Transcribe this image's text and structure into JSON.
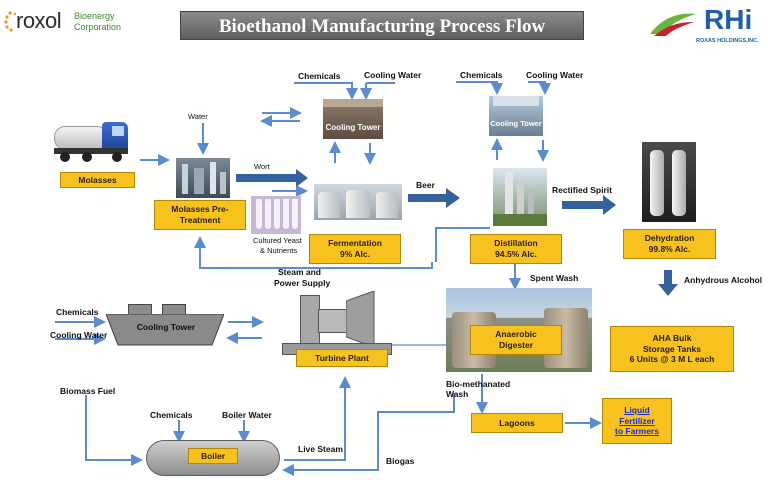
{
  "header": {
    "title": "Bioethanol Manufacturing Process Flow",
    "left_logo": {
      "mark": "roxol",
      "line1": "Bioenergy",
      "line2": "Corporation"
    },
    "right_logo": {
      "mark": "RHi",
      "subtitle": "ROXAS HOLDINGS,INC."
    }
  },
  "boxes": {
    "molasses": "Molasses",
    "pretreatment": [
      "Molasses Pre-",
      "Treatment"
    ],
    "fermentation": [
      "Fermentation",
      "9% Alc."
    ],
    "distillation": [
      "Distillation",
      "94.5% Alc."
    ],
    "dehydration": [
      "Dehydration",
      "99.8% Alc."
    ],
    "digester": [
      "Anaerobic",
      "Digester"
    ],
    "storage": [
      "AHA Bulk",
      "Storage Tanks",
      "6 Units @ 3 M L each"
    ],
    "turbine": "Turbine Plant",
    "lagoons": "Lagoons",
    "fertilizer": [
      "Liquid",
      "Fertilizer",
      "to Farmers"
    ],
    "boiler": "Boiler",
    "cooling_tower_1": "Cooling Tower",
    "cooling_tower_2": "Cooling Tower",
    "cooling_tower_3": "Cooling Tower"
  },
  "labels": {
    "water": "Water",
    "wort": "Wort",
    "beer": "Beer",
    "rectified_spirit": "Rectified Spirit",
    "chemicals_1": "Chemicals",
    "cooling_water_1": "Cooling Water",
    "chemicals_2": "Chemicals",
    "cooling_water_2": "Cooling Water",
    "chemicals_3": "Chemicals",
    "cooling_water_3": "Cooling Water",
    "yeast": [
      "Cultured Yeast",
      "& Nutrients"
    ],
    "steam_power": [
      "Steam and",
      "Power Supply"
    ],
    "spent_wash": "Spent Wash",
    "anhydrous": "Anhydrous Alcohol",
    "biomethanated": [
      "Bio-methanated",
      "Wash"
    ],
    "biomass": "Biomass Fuel",
    "chemicals_4": "Chemicals",
    "boiler_water": "Boiler Water",
    "live_steam": "Live Steam",
    "biogas": "Biogas"
  },
  "colors": {
    "box_fill": "#f7c21e",
    "arrow_light": "#5b8bd0",
    "arrow_dark": "#35619c",
    "link": "#1a2bd6"
  }
}
